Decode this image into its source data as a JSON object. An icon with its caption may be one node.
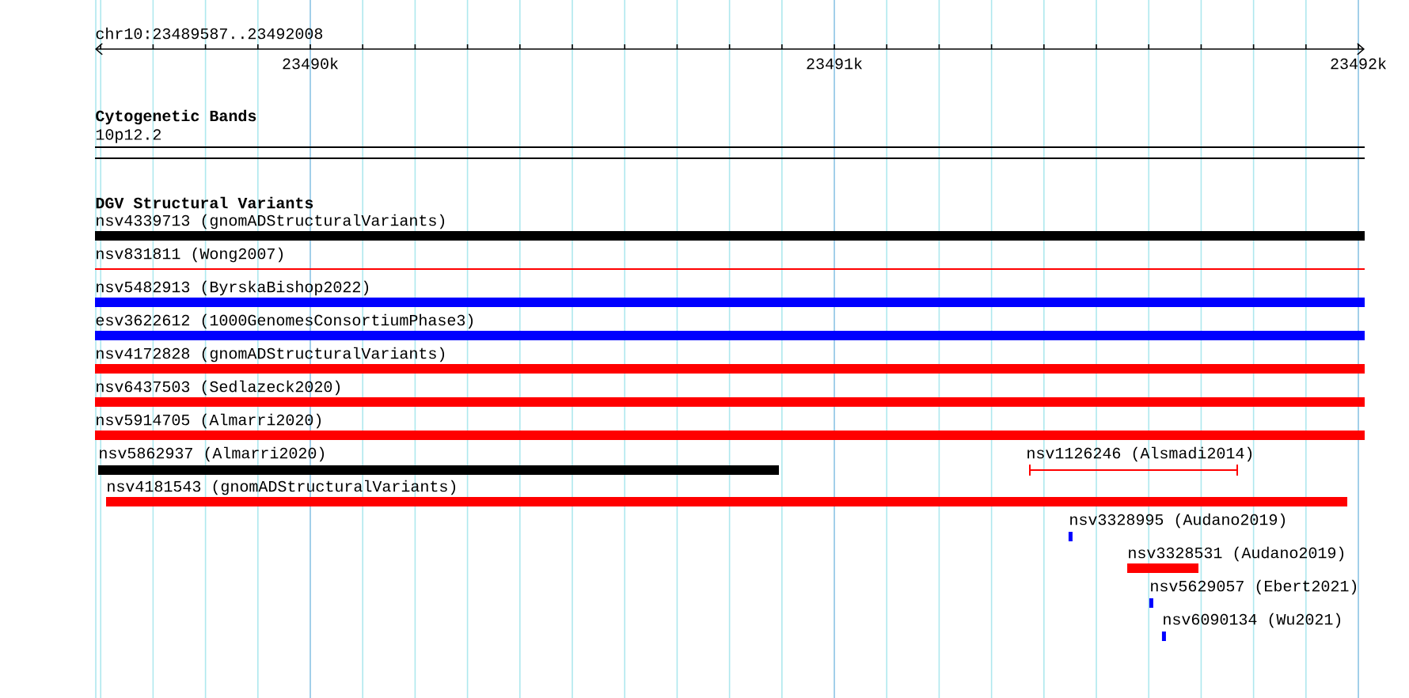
{
  "diagram": {
    "nodes": [
      {
        "text": [
          "nsv4339713 (gnomADStructuralVariants)"
        ]
      },
      {
        "text": [
          "nsv831811 (Wong2007)"
        ]
      },
      {
        "text": [
          "nsv5482913 (ByrskaBishop2022)"
        ]
      },
      {
        "text": [
          "esv3622612 (1000GenomesConsortiumPhase3)"
        ]
      },
      {
        "text": [
          "nsv4172828 (gnomADStructuralVariants)"
        ]
      },
      {
        "text": [
          "nsv6437503 (Sedlazeck2020)"
        ]
      },
      {
        "text": [
          "nsv5914705 (Almarri2020)"
        ]
      },
      {
        "text": [
          "nsv5862937 (Almarri2020)"
        ]
      },
      {
        "text": [
          "nsv1126246 (Alsmadi2014)"
        ]
      },
      {
        "text": [
          "nsv4181543 (gnomADStructuralVariants)"
        ]
      },
      {
        "text": [
          "nsv3328995 (Audano2019)"
        ]
      },
      {
        "text": [
          "nsv3328531 (Audano2019)"
        ]
      },
      {
        "text": [
          "nsv5629057 (Ebert2021)"
        ]
      },
      {
        "text": [
          "nsv6090134 (Wu2021)"
        ]
      }
    ],
    "labels": [
      "chr10:23489587..23492008",
      "23490k",
      "23491k",
      "23492k",
      "Cytogenetic Bands",
      "10p12.2",
      "DGV Structural Variants"
    ]
  }
}
